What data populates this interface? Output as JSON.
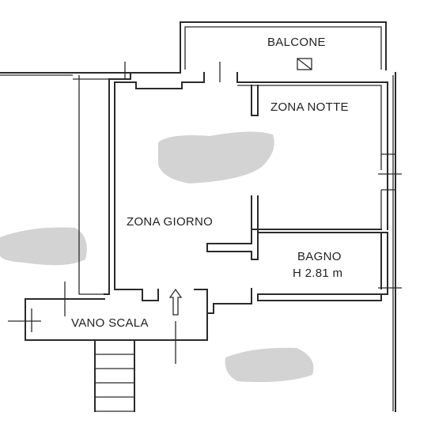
{
  "rooms": {
    "balcone": "BALCONE",
    "zona_notte": "ZONA NOTTE",
    "zona_giorno": "ZONA GIORNO",
    "bagno": "BAGNO",
    "bagno_height": "H 2.81 m",
    "vano_scala": "VANO SCALA"
  },
  "colors": {
    "background": "#ffffff",
    "wall": "#2b2b2b",
    "redaction_smudge": "#d3d3d3"
  },
  "icons": [
    "entrance-arrow-icon",
    "stair-treads"
  ]
}
